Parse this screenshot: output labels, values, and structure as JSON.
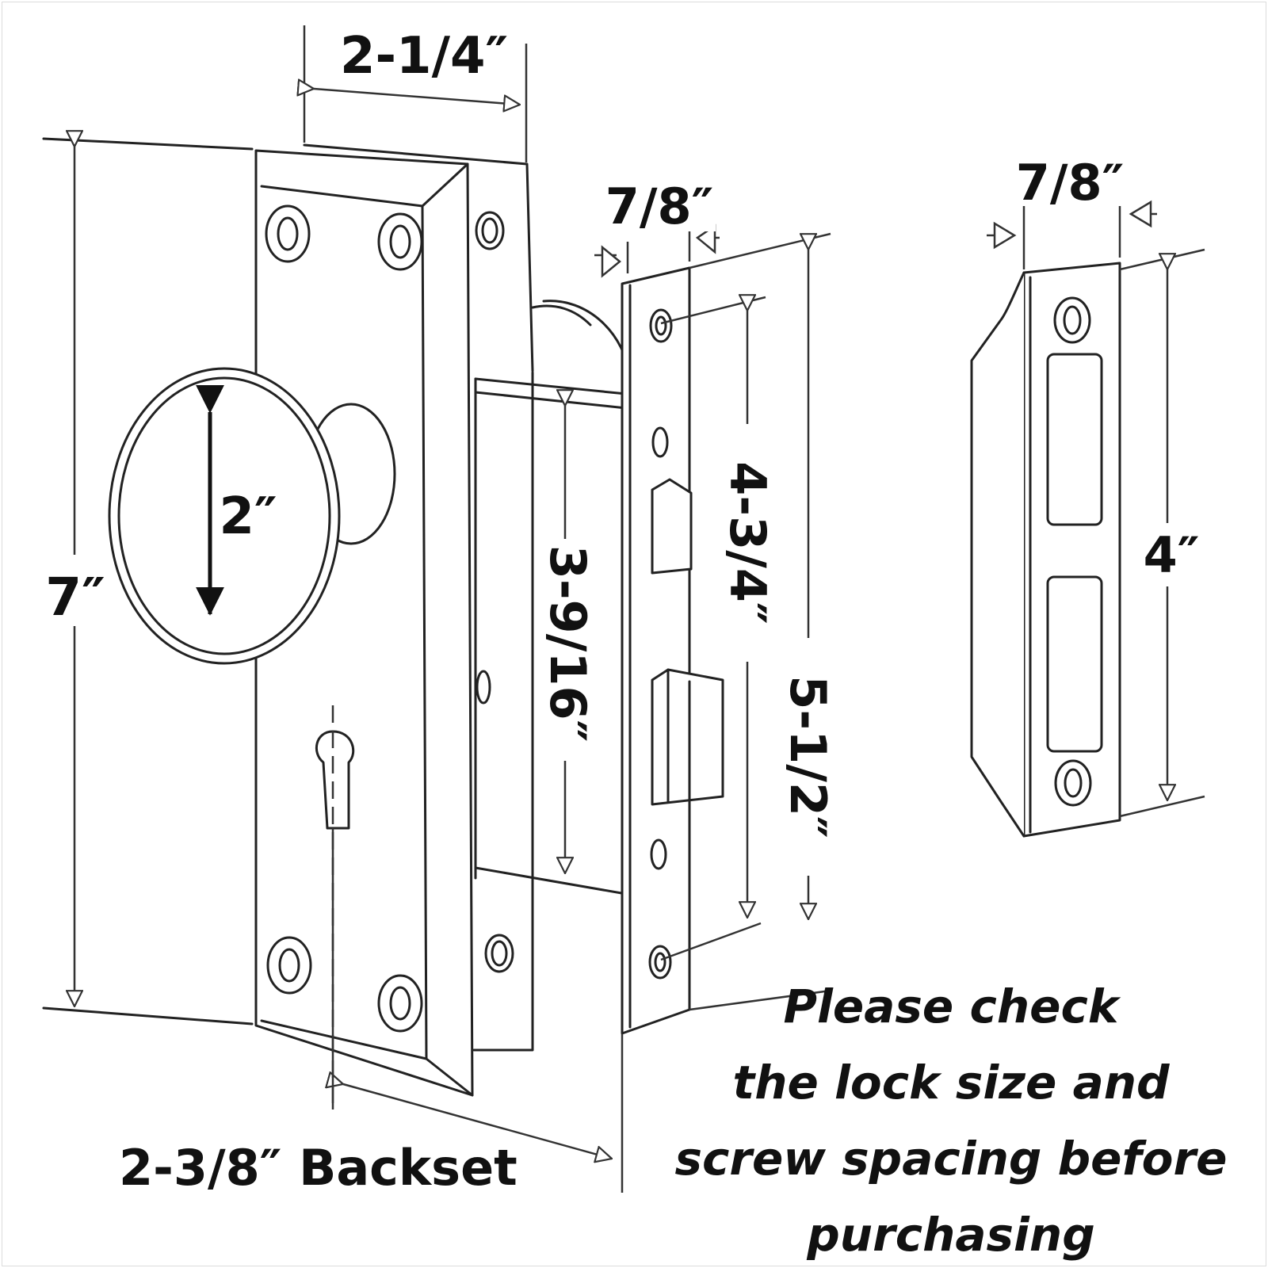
{
  "dimensions": {
    "plate_width": "2-1/4″",
    "plate_height": "7″",
    "knob_diameter": "2″",
    "backset": "2-3/8″ Backset",
    "faceplate_width": "7/8″",
    "body_height": "3-9/16″",
    "inner_screw_spacing": "4-3/4″",
    "faceplate_length": "5-1/2″",
    "strike_width": "7/8″",
    "strike_screw_spacing": "4″"
  },
  "notice": {
    "line1": "Please check",
    "line2": "the lock size and",
    "line3": "screw spacing before",
    "line4": "purchasing"
  },
  "colors": {
    "ink": "#111111",
    "background": "#ffffff"
  }
}
